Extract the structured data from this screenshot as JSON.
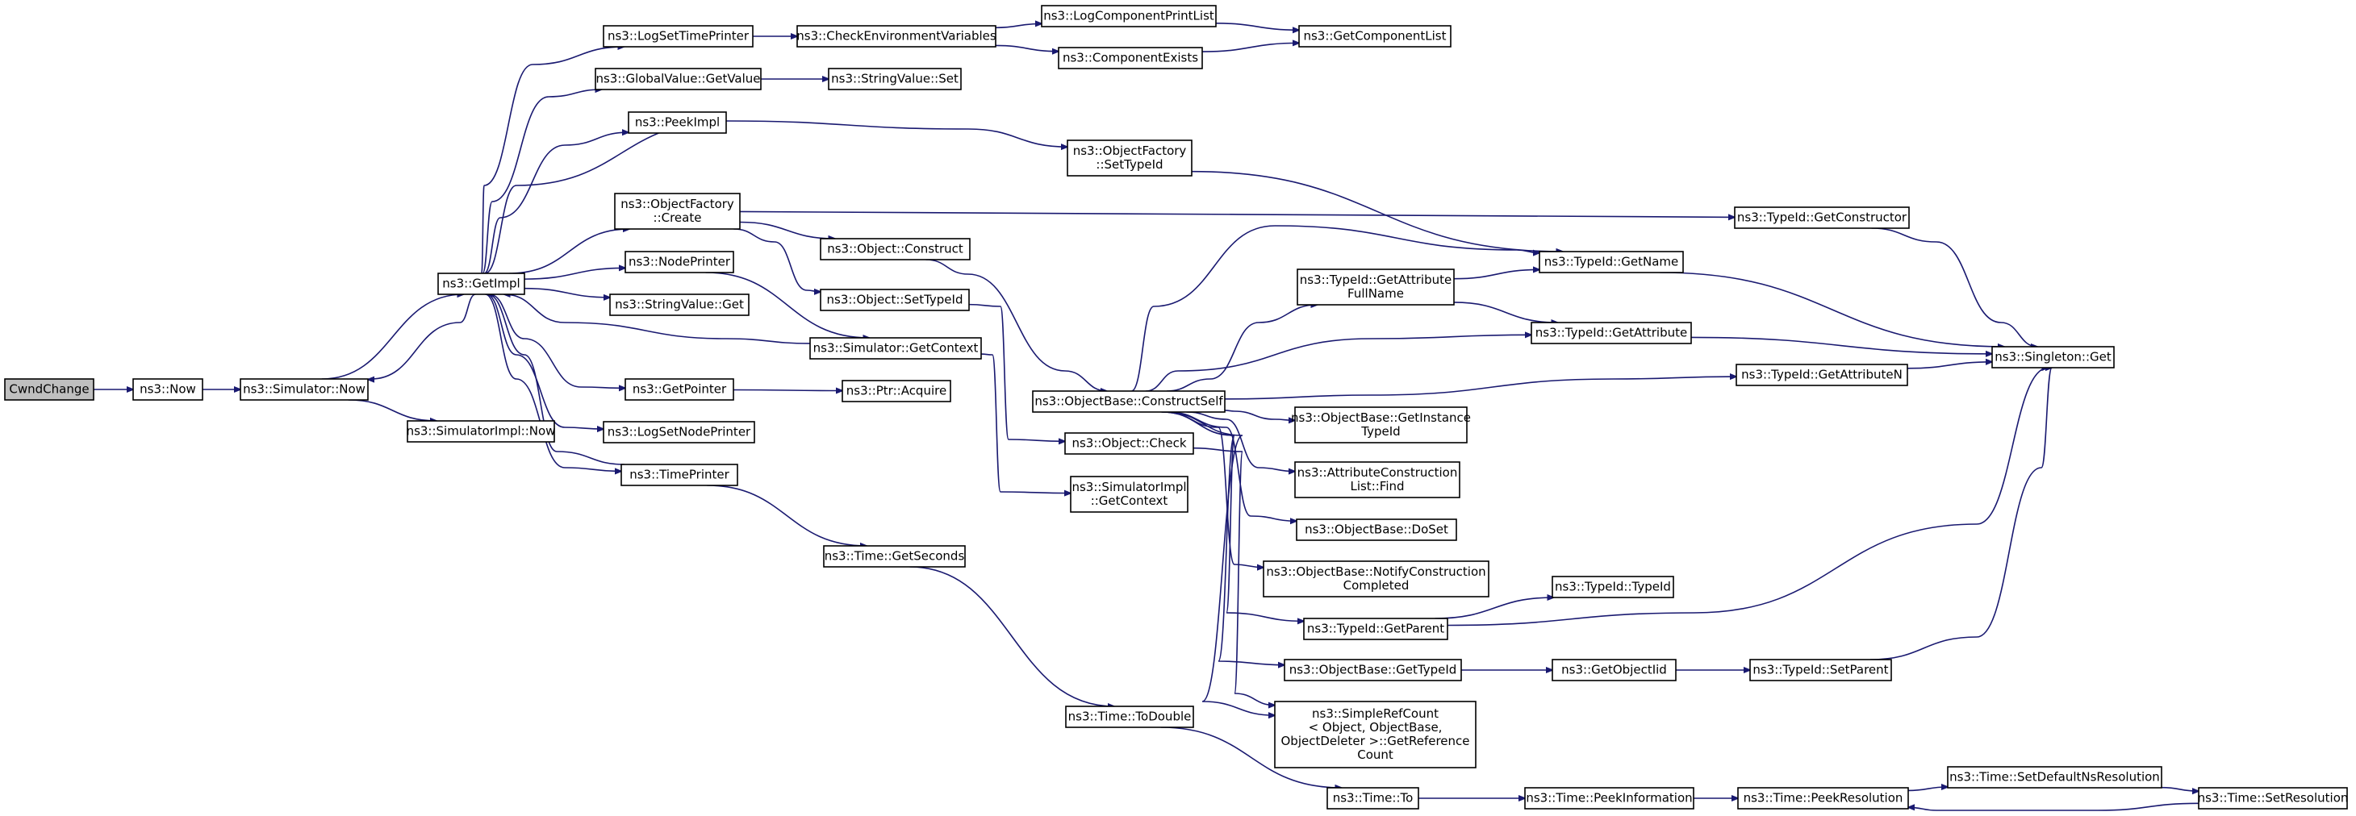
{
  "nodes": [
    {
      "id": "cwnd",
      "lines": [
        "CwndChange"
      ],
      "root": true
    },
    {
      "id": "now",
      "lines": [
        "ns3::Now"
      ]
    },
    {
      "id": "simnow",
      "lines": [
        "ns3::Simulator::Now"
      ]
    },
    {
      "id": "simimplnow",
      "lines": [
        "ns3::SimulatorImpl::Now"
      ]
    },
    {
      "id": "getimpl",
      "lines": [
        "ns3::GetImpl"
      ]
    },
    {
      "id": "logsettime",
      "lines": [
        "ns3::LogSetTimePrinter"
      ]
    },
    {
      "id": "checkenv",
      "lines": [
        "ns3::CheckEnvironmentVariables"
      ]
    },
    {
      "id": "logcompprint",
      "lines": [
        "ns3::LogComponentPrintList"
      ]
    },
    {
      "id": "compexists",
      "lines": [
        "ns3::ComponentExists"
      ]
    },
    {
      "id": "getcomplist",
      "lines": [
        "ns3::GetComponentList"
      ]
    },
    {
      "id": "globalvalue",
      "lines": [
        "ns3::GlobalValue::GetValue"
      ]
    },
    {
      "id": "stringset",
      "lines": [
        "ns3::StringValue::Set"
      ]
    },
    {
      "id": "peekimpl",
      "lines": [
        "ns3::PeekImpl"
      ]
    },
    {
      "id": "ofsettypeid",
      "lines": [
        "ns3::ObjectFactory",
        "::SetTypeId"
      ]
    },
    {
      "id": "ofcreate",
      "lines": [
        "ns3::ObjectFactory",
        "::Create"
      ]
    },
    {
      "id": "objconstruct",
      "lines": [
        "ns3::Object::Construct"
      ]
    },
    {
      "id": "nodeprinter",
      "lines": [
        "ns3::NodePrinter"
      ]
    },
    {
      "id": "objsettypeid",
      "lines": [
        "ns3::Object::SetTypeId"
      ]
    },
    {
      "id": "stringget",
      "lines": [
        "ns3::StringValue::Get"
      ]
    },
    {
      "id": "simgetctx",
      "lines": [
        "ns3::Simulator::GetContext"
      ]
    },
    {
      "id": "getpointer",
      "lines": [
        "ns3::GetPointer"
      ]
    },
    {
      "id": "ptracquire",
      "lines": [
        "ns3::Ptr::Acquire"
      ]
    },
    {
      "id": "logsetnode",
      "lines": [
        "ns3::LogSetNodePrinter"
      ]
    },
    {
      "id": "timeprinter",
      "lines": [
        "ns3::TimePrinter"
      ]
    },
    {
      "id": "getseconds",
      "lines": [
        "ns3::Time::GetSeconds"
      ]
    },
    {
      "id": "todouble",
      "lines": [
        "ns3::Time::ToDouble"
      ]
    },
    {
      "id": "timeto",
      "lines": [
        "ns3::Time::To"
      ]
    },
    {
      "id": "peekinfo",
      "lines": [
        "ns3::Time::PeekInformation"
      ]
    },
    {
      "id": "peekres",
      "lines": [
        "ns3::Time::PeekResolution"
      ]
    },
    {
      "id": "setdefault",
      "lines": [
        "ns3::Time::SetDefaultNsResolution"
      ]
    },
    {
      "id": "setres",
      "lines": [
        "ns3::Time::SetResolution"
      ]
    },
    {
      "id": "constructself",
      "lines": [
        "ns3::ObjectBase::ConstructSelf"
      ]
    },
    {
      "id": "objcheck",
      "lines": [
        "ns3::Object::Check"
      ]
    },
    {
      "id": "simimplctx",
      "lines": [
        "ns3::SimulatorImpl",
        "::GetContext"
      ]
    },
    {
      "id": "getattrfull",
      "lines": [
        "ns3::TypeId::GetAttribute",
        "FullName"
      ]
    },
    {
      "id": "getname",
      "lines": [
        "ns3::TypeId::GetName"
      ]
    },
    {
      "id": "getattribute",
      "lines": [
        "ns3::TypeId::GetAttribute"
      ]
    },
    {
      "id": "getconstructor",
      "lines": [
        "ns3::TypeId::GetConstructor"
      ]
    },
    {
      "id": "getattrn",
      "lines": [
        "ns3::TypeId::GetAttributeN"
      ]
    },
    {
      "id": "singleton",
      "lines": [
        "ns3::Singleton::Get"
      ]
    },
    {
      "id": "getinstance",
      "lines": [
        "ns3::ObjectBase::GetInstance",
        "TypeId"
      ]
    },
    {
      "id": "attrfind",
      "lines": [
        "ns3::AttributeConstruction",
        "List::Find"
      ]
    },
    {
      "id": "doset",
      "lines": [
        "ns3::ObjectBase::DoSet"
      ]
    },
    {
      "id": "notify",
      "lines": [
        "ns3::ObjectBase::NotifyConstruction",
        "Completed"
      ]
    },
    {
      "id": "typeidtypeid",
      "lines": [
        "ns3::TypeId::TypeId"
      ]
    },
    {
      "id": "getparent",
      "lines": [
        "ns3::TypeId::GetParent"
      ]
    },
    {
      "id": "obgettypeid",
      "lines": [
        "ns3::ObjectBase::GetTypeId"
      ]
    },
    {
      "id": "getobjectiid",
      "lines": [
        "ns3::GetObjectIid"
      ]
    },
    {
      "id": "setparent",
      "lines": [
        "ns3::TypeId::SetParent"
      ]
    },
    {
      "id": "refcount",
      "lines": [
        "ns3::SimpleRefCount",
        "< Object, ObjectBase,",
        "ObjectDeleter >::GetReference",
        "Count"
      ]
    }
  ],
  "edges": [
    [
      "cwnd",
      "now"
    ],
    [
      "now",
      "simnow"
    ],
    [
      "simnow",
      "getimpl"
    ],
    [
      "simnow",
      "simimplnow"
    ],
    [
      "getimpl",
      "logsettime"
    ],
    [
      "getimpl",
      "globalvalue"
    ],
    [
      "getimpl",
      "peekimpl"
    ],
    [
      "getimpl",
      "ofsettypeid"
    ],
    [
      "getimpl",
      "ofcreate"
    ],
    [
      "getimpl",
      "nodeprinter"
    ],
    [
      "getimpl",
      "stringget"
    ],
    [
      "getimpl",
      "getpointer"
    ],
    [
      "getimpl",
      "logsetnode"
    ],
    [
      "getimpl",
      "timeprinter"
    ],
    [
      "getimpl",
      "simnow"
    ],
    [
      "logsettime",
      "checkenv"
    ],
    [
      "checkenv",
      "logcompprint"
    ],
    [
      "checkenv",
      "compexists"
    ],
    [
      "logcompprint",
      "getcomplist"
    ],
    [
      "compexists",
      "getcomplist"
    ],
    [
      "globalvalue",
      "stringset"
    ],
    [
      "ofsettypeid",
      "getname"
    ],
    [
      "ofcreate",
      "getconstructor"
    ],
    [
      "ofcreate",
      "objconstruct"
    ],
    [
      "ofcreate",
      "objsettypeid"
    ],
    [
      "objconstruct",
      "constructself"
    ],
    [
      "nodeprinter",
      "simgetctx"
    ],
    [
      "simgetctx",
      "getimpl"
    ],
    [
      "simgetctx",
      "simimplctx"
    ],
    [
      "objsettypeid",
      "objcheck"
    ],
    [
      "getpointer",
      "ptracquire"
    ],
    [
      "timeprinter",
      "getimpl"
    ],
    [
      "timeprinter",
      "getseconds"
    ],
    [
      "getseconds",
      "todouble"
    ],
    [
      "todouble",
      "timeto"
    ],
    [
      "timeto",
      "peekinfo"
    ],
    [
      "peekinfo",
      "peekres"
    ],
    [
      "peekres",
      "setdefault"
    ],
    [
      "setdefault",
      "setres"
    ],
    [
      "setres",
      "peekres"
    ],
    [
      "constructself",
      "getattrfull"
    ],
    [
      "constructself",
      "getname"
    ],
    [
      "constructself",
      "getattribute"
    ],
    [
      "constructself",
      "getattrn"
    ],
    [
      "constructself",
      "getinstance"
    ],
    [
      "constructself",
      "attrfind"
    ],
    [
      "constructself",
      "doset"
    ],
    [
      "constructself",
      "notify"
    ],
    [
      "constructself",
      "getparent"
    ],
    [
      "constructself",
      "obgettypeid"
    ],
    [
      "constructself",
      "refcount"
    ],
    [
      "objcheck",
      "refcount"
    ],
    [
      "getattrfull",
      "getname"
    ],
    [
      "getattrfull",
      "getattribute"
    ],
    [
      "getname",
      "singleton"
    ],
    [
      "getattribute",
      "singleton"
    ],
    [
      "getconstructor",
      "singleton"
    ],
    [
      "getattrn",
      "singleton"
    ],
    [
      "getparent",
      "typeidtypeid"
    ],
    [
      "getparent",
      "singleton"
    ],
    [
      "obgettypeid",
      "getobjectiid"
    ],
    [
      "getobjectiid",
      "setparent"
    ],
    [
      "setparent",
      "singleton"
    ]
  ]
}
